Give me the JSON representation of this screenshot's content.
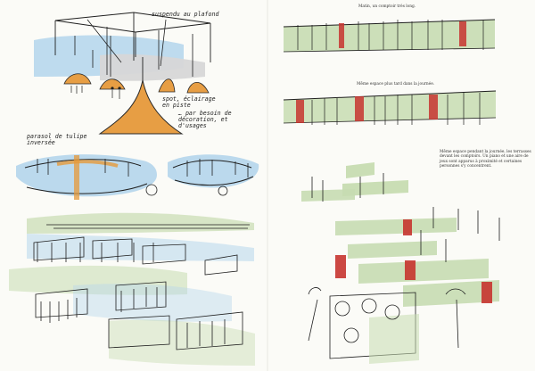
{
  "spread": {
    "left_annotations": {
      "suspended": "suspendu au plafond",
      "spot": "spot, éclairage en piste",
      "decoration": "… par besoin de décoration, et d'usages",
      "parasol": "parasol de tulipe inversée"
    },
    "right_captions": {
      "top": "Matin, un comptoir très long.",
      "middle": "Même espace plus tard dans la journée.",
      "right_block": "Même espace pendant la journée, les terrasses devant les comptoirs. Un piano et une aire de jeux sont apparus à proximité et certaines personnes s'y concentrent."
    }
  },
  "palette": {
    "paper": "#fbfbf7",
    "ink": "#1f1f1f",
    "orange": "#e69a3b",
    "blue": "#b7d7ec",
    "green": "#c7dcb1",
    "red": "#c7342f",
    "grey": "#d7d7d7"
  }
}
